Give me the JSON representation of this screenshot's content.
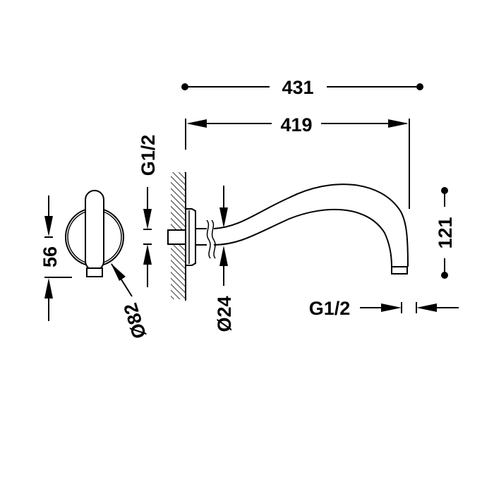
{
  "drawing": {
    "subject": "wall-mounted shower arm",
    "line_color": "#000000",
    "background": "#ffffff"
  },
  "dimensions": {
    "overall_length": "431",
    "arm_length": "419",
    "arm_drop": "121",
    "flange_diameter": "Ø82",
    "flange_height": "56",
    "pipe_diameter": "Ø24",
    "wall_thread": "G1/2",
    "outlet_thread": "G1/2"
  }
}
